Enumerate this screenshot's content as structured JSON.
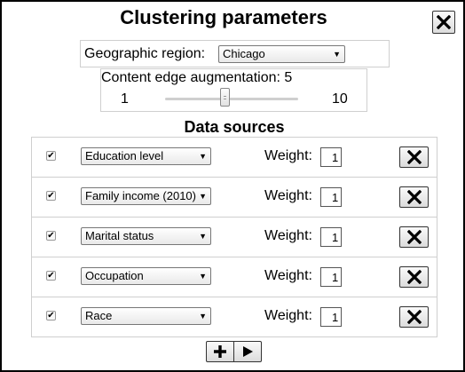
{
  "dialog": {
    "title": "Clustering parameters"
  },
  "region": {
    "label": "Geographic region:",
    "selected": "Chicago"
  },
  "augmentation": {
    "label": "Content edge augmentation: 5",
    "min": "1",
    "max": "10",
    "value": 5
  },
  "sources": {
    "title": "Data sources",
    "weight_label": "Weight:",
    "rows": [
      {
        "checked": "✔",
        "source": "Education level",
        "weight": "1"
      },
      {
        "checked": "✔",
        "source": "Family income (2010)",
        "weight": "1"
      },
      {
        "checked": "✔",
        "source": "Marital status",
        "weight": "1"
      },
      {
        "checked": "✔",
        "source": "Occupation",
        "weight": "1"
      },
      {
        "checked": "✔",
        "source": "Race",
        "weight": "1"
      }
    ]
  },
  "icons": {
    "close": "close-icon",
    "delete": "delete-icon",
    "dropdown": "chevron-down-icon",
    "add": "plus-icon",
    "run": "play-icon"
  },
  "colors": {
    "border": "#cfcfcf",
    "button_top": "#fafafa",
    "button_bottom": "#dcdcdc"
  }
}
